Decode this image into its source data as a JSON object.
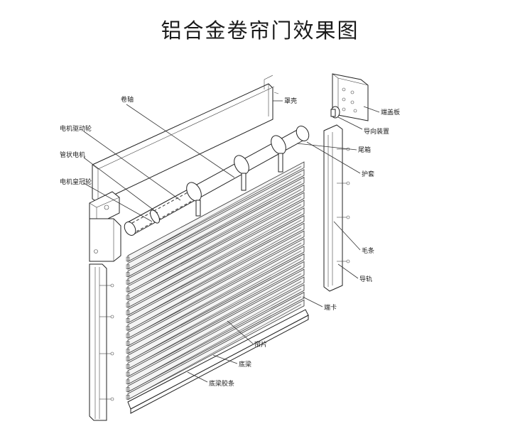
{
  "title": "铝合金卷帘门效果图",
  "labels": {
    "juanzhou": "卷轴",
    "zhaoke": "罩壳",
    "duangaiban": "端盖板",
    "dianji_qudong": "电机驱动轮",
    "guanzhuang_dianji": "管状电机",
    "dianji_zhiyanlun": "电机皇冠轮",
    "daoxiang": "导向装置",
    "weixiang": "尾箱",
    "husao": "护套",
    "maotiao": "毛条",
    "daogui": "导轨",
    "duanka": "端卡",
    "lianpian": "帘片",
    "diliang": "底梁",
    "diliang_jiaotiao": "底梁胶条"
  }
}
